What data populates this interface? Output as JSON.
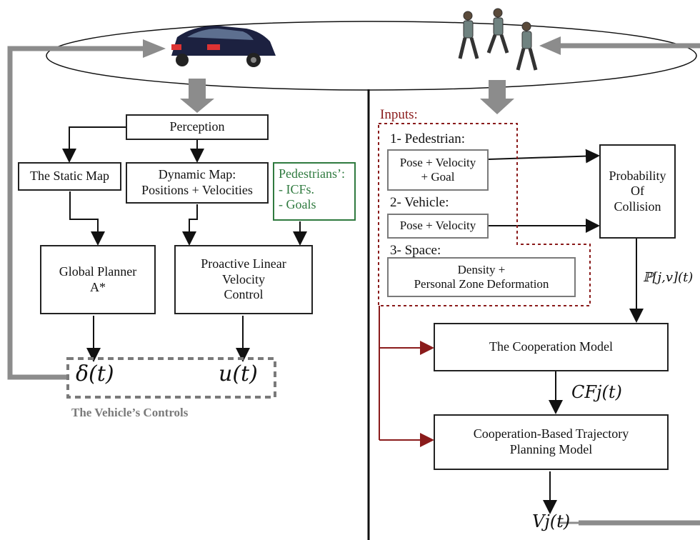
{
  "left": {
    "perception": "Perception",
    "static_map": "The Static Map",
    "dynamic_map": [
      "Dynamic Map:",
      "Positions + Velocities"
    ],
    "pedestrians_box": [
      "Pedestrians’:",
      "- ICFs.",
      "- Goals"
    ],
    "global_planner": [
      "Global Planner",
      "A*"
    ],
    "proactive": [
      "Proactive Linear",
      "Velocity",
      "Control"
    ],
    "delta": "δ(t)",
    "u": "u(t)",
    "controls_caption": "The Vehicle’s Controls"
  },
  "right": {
    "inputs_label": "Inputs:",
    "pedestrian_heading": "1- Pedestrian:",
    "pedestrian_box": [
      "Pose + Velocity",
      "+ Goal"
    ],
    "vehicle_heading": "2- Vehicle:",
    "vehicle_box": "Pose + Velocity",
    "space_heading": "3- Space:",
    "space_box": [
      "Density +",
      "Personal Zone Deformation"
    ],
    "probability": [
      "Probability",
      "Of",
      "Collision"
    ],
    "prob_label": "ℙ[j,v](t)",
    "cooperation_model": "The Cooperation Model",
    "cf_label": "CFj(t)",
    "trajectory_model": [
      "Cooperation-Based Trajectory",
      "Planning Model"
    ],
    "v_label": "Vj(t)"
  },
  "colors": {
    "gray_arrow": "#8c8c8c",
    "maroon": "#8a1b1b",
    "green": "#2f7a3f"
  }
}
